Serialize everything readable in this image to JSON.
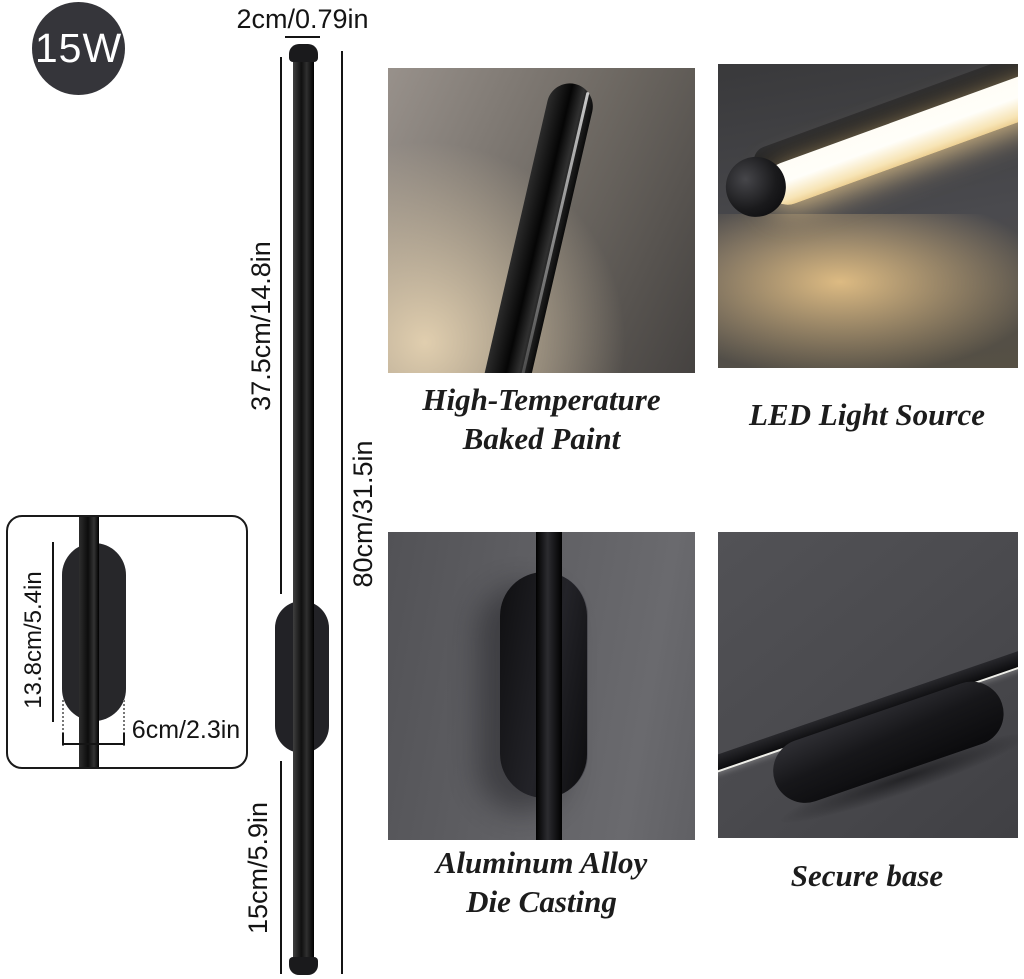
{
  "power_badge": {
    "label": "15W",
    "bg_color": "#35353a",
    "text_color": "#ffffff"
  },
  "dimensions": {
    "top_diameter": "2cm/0.79in",
    "upper_section": "37.5cm/14.8in",
    "overall_length": "80cm/31.5in",
    "lower_section": "15cm/5.9in",
    "mount_height": "13.8cm/5.4in",
    "mount_width": "6cm/2.3in"
  },
  "features": [
    {
      "id": "high-temperature-baked-paint",
      "line1": "High-Temperature",
      "line2": "Baked Paint"
    },
    {
      "id": "led-light-source",
      "line1": "LED Light Source",
      "line2": ""
    },
    {
      "id": "aluminum-alloy-die-casting",
      "line1": "Aluminum Alloy",
      "line2": "Die Casting"
    },
    {
      "id": "secure-base",
      "line1": "Secure base",
      "line2": ""
    }
  ],
  "colors": {
    "lamp_black": "#141414",
    "warm_glow": "#f0d9a8",
    "photo_bg_dark": "#3a3a3e",
    "photo_bg_mid": "#5f5f63",
    "caption_text": "#1c1c1c"
  }
}
